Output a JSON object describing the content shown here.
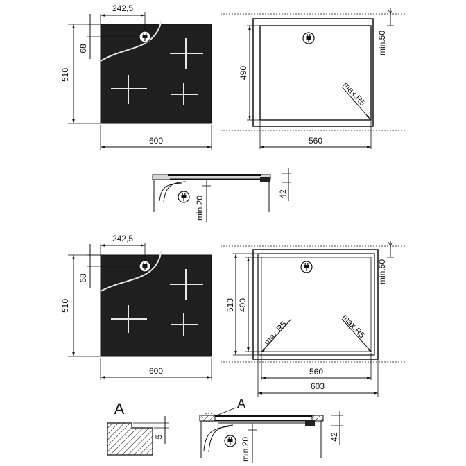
{
  "top": {
    "offset": "242,5",
    "plug_offset": "68",
    "height": "510",
    "width": "600",
    "cut_height": "490",
    "cut_width": "560",
    "min_gap": "min.50",
    "radius": "max.R5"
  },
  "side1": {
    "min_below": "min.20",
    "thickness": "42"
  },
  "bottom": {
    "offset": "242,5",
    "plug_offset": "68",
    "height": "510",
    "width": "600",
    "outer_height": "513",
    "cut_height": "490",
    "cut_width": "560",
    "outer_width": "603",
    "min_gap": "min.50",
    "radius_left": "max.R5",
    "radius_right": "max.R5"
  },
  "detail": {
    "label": "A",
    "depth": "5"
  },
  "side2": {
    "label": "A",
    "min_below": "min.20",
    "thickness": "42"
  }
}
